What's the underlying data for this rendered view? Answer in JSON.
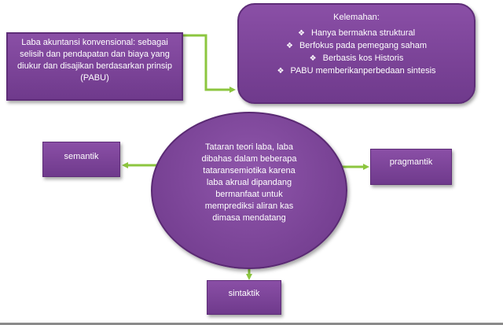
{
  "definition_box": {
    "lines": [
      "Laba akuntansi konvensional: sebagai",
      "selisih dan pendapatan dan biaya yang",
      "diukur dan disajikan berdasarkan prinsip",
      "(PABU)"
    ]
  },
  "weakness_box": {
    "title": "Kelemahan:",
    "items": [
      "Hanya bermakna struktural",
      "Berfokus pada pemegang saham",
      "Berbasis kos Historis",
      "PABU memberikanperbedaan sintesis"
    ],
    "bullet": "❖"
  },
  "center_circle": {
    "lines": [
      "Tataran teori laba, laba",
      "dibahas dalam beberapa",
      "tataransemiotika karena",
      "laba akrual dipandang",
      "bermanfaat untuk",
      "memprediksi aliran kas",
      "dimasa mendatang"
    ]
  },
  "nodes": {
    "semantik": "semantik",
    "pragmantik": "pragmantik",
    "sintaktik": "sintaktik"
  },
  "colors": {
    "node_fill": "#7b4499",
    "arrow_green": "#8cc63f"
  }
}
